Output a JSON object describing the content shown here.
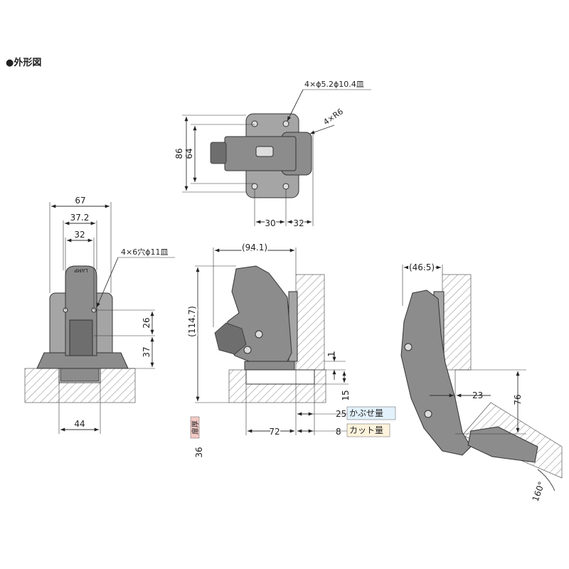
{
  "title": "●外形図",
  "top_view": {
    "hole_note": "4×ϕ5.2ϕ10.4皿",
    "radius_note": "4×R6",
    "dim_86": "86",
    "dim_64": "64",
    "dim_30": "30",
    "dim_32": "32"
  },
  "front_view": {
    "dim_67": "67",
    "dim_37_2": "37.2",
    "dim_32": "32",
    "hole_note": "4×6穴ϕ11皿",
    "dim_26": "26",
    "dim_37": "37",
    "dim_44": "44",
    "brand": "LAMP"
  },
  "side_view": {
    "dim_94_1": "(94.1)",
    "dim_114_7": "(114.7)",
    "dim_1": "1",
    "dim_15": "15",
    "dim_25": "25",
    "dim_72": "72",
    "dim_8": "8",
    "dim_36": "36",
    "label_door_thickness": "扉厚",
    "label_overlay": "かぶせ量",
    "label_cut": "カット量"
  },
  "open_view": {
    "dim_46_5": "(46.5)",
    "dim_23": "23",
    "dim_76": "76",
    "angle": "160°"
  },
  "colors": {
    "part_fill": "#8c8c8c",
    "overlay_box": "#e2f1fb",
    "cut_box": "#fdf3dc",
    "door_box": "#f3c9c4"
  }
}
